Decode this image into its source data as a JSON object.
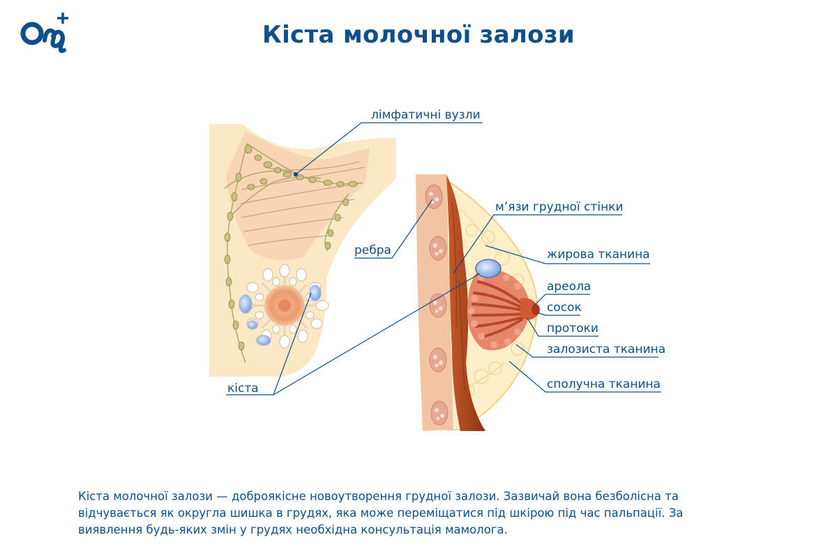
{
  "header": {
    "title": "Кіста молочної залози"
  },
  "colors": {
    "brand": "#0d4f8b",
    "skin": "#fbe8c4",
    "muscle": "#a5461c",
    "gland": "#e07f5c",
    "cyst": "#9dbcea"
  },
  "icons": {
    "logo": "brand-logo-icon"
  },
  "labels": {
    "lymph_nodes": "лімфатичні вузли",
    "chest_muscles": "м’язи грудної стінки",
    "ribs": "ребра",
    "fat_tissue": "жирова тканина",
    "areola": "ареола",
    "nipple": "сосок",
    "ducts": "протоки",
    "glandular_tissue": "залозиста тканина",
    "connective_tissue": "сполучна тканина",
    "cyst": "кіста"
  },
  "caption": {
    "text": "Кіста молочної залози — доброякісне новоутворення грудної залози. Зазвичай вона безболісна та відчувається як округла шишка в грудях, яка може переміщатися під шкірою під час пальпації. За виявлення будь-яких змін у грудях необхідна консультація мамолога."
  }
}
